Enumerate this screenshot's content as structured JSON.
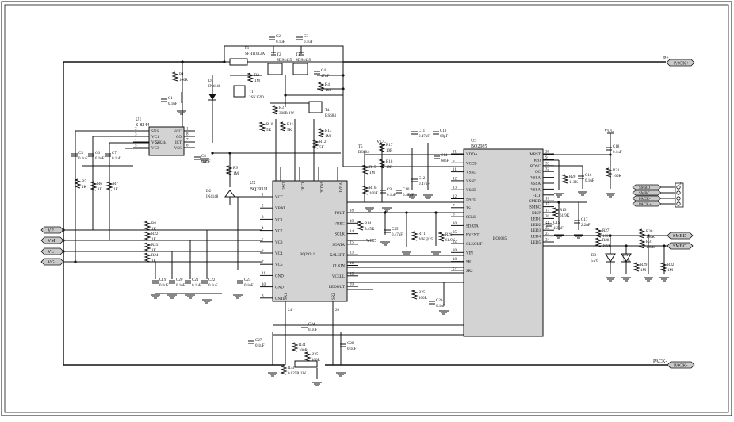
{
  "nets": {
    "p_plus": "P+",
    "pack_plus_flag": "PACK+",
    "pack_minus": "PACK-",
    "pack_minus_flag": "PACK-"
  },
  "ports": {
    "left": [
      "VP",
      "VM",
      "VL",
      "VG"
    ],
    "right": [
      "SMBD",
      "SMBC"
    ],
    "conn_labels": [
      "SMBD",
      "SMBC",
      "PACK-",
      "PACK+"
    ],
    "conn_ref": "J1"
  },
  "ic_u1": {
    "ref": "U1",
    "part": "S-8244",
    "body": "S-8244",
    "left_pins": [
      "SNS",
      "VC1",
      "VC2",
      "VC3"
    ],
    "left_nums": [
      "2",
      "3",
      "4",
      "5"
    ],
    "right_pins": [
      "VCC",
      "CO",
      "ICT",
      "VSS"
    ],
    "right_nums": [
      "1",
      "8",
      "7",
      "6"
    ]
  },
  "ic_u2": {
    "ref": "U2",
    "part": "BQ29311",
    "body": "BQ29311",
    "left_pins": [
      "VCC",
      "VBAT",
      "VC1",
      "VC2",
      "VC3",
      "VC4",
      "VC5",
      "GND",
      "GND",
      "CNTL"
    ],
    "left_nums": [
      "1",
      "2",
      "3",
      "4",
      "5",
      "6",
      "7",
      "11",
      "10",
      "8"
    ],
    "right_pins": [
      "TOUT",
      "VREG",
      "SCLK",
      "SDATA",
      "XALERT",
      "CLKIN",
      "VCELL",
      "LEDOUT"
    ],
    "right_nums": [
      "18",
      "19",
      "14",
      "15",
      "13",
      "16",
      "12",
      "20"
    ],
    "top_pins": [
      "DSG",
      "CHG",
      "PACK",
      "VBAT"
    ],
    "bottom_pins": [
      "SR1",
      "SR2"
    ],
    "bottom_nums": [
      "24",
      "26"
    ]
  },
  "ic_u3": {
    "ref": "U3",
    "part": "BQ2085",
    "body": "BQ2085",
    "left_pins": [
      "VDDA",
      "VCCB",
      "VSSD",
      "VSSD",
      "VSSD",
      "SAFE",
      "TS",
      "SCLK",
      "SDATA",
      "EVENT",
      "CLKOUT",
      "VIN",
      "SR1",
      "SR2"
    ],
    "left_nums": [
      "31",
      "5",
      "11",
      "12",
      "13",
      "12",
      "7",
      "6",
      "10",
      "35",
      "12",
      "20",
      "18",
      "27"
    ],
    "right_pins": [
      "MRST",
      "RBI",
      "ROSC",
      "OC",
      "VSSA",
      "VSSA",
      "VSSA",
      "FILT",
      "SMBD",
      "SMBC",
      "DISP",
      "LED1",
      "LED2",
      "LED3",
      "LED4",
      "LED5"
    ],
    "right_nums": [
      "26",
      "9",
      "33",
      "32",
      "",
      "",
      "",
      "",
      "16",
      "15",
      "17",
      "20",
      "21",
      "22",
      "23",
      "24"
    ]
  },
  "components": [
    {
      "ref": "F1",
      "value": "SFH11012A"
    },
    {
      "ref": "C2",
      "value": "0.1uF"
    },
    {
      "ref": "C3",
      "value": "0.1uF"
    },
    {
      "ref": "T2",
      "value": "SDS4435"
    },
    {
      "ref": "T3",
      "value": "SDS4435"
    },
    {
      "ref": "R1",
      "value": "100R"
    },
    {
      "ref": "C1",
      "value": "0.1uF"
    },
    {
      "ref": "D1",
      "value": "IN4148"
    },
    {
      "ref": "R2",
      "value": "1M"
    },
    {
      "ref": "C4",
      "value": "47nF"
    },
    {
      "ref": "R4",
      "value": "1M"
    },
    {
      "ref": "T1",
      "value": "2SK1590"
    },
    {
      "ref": "R3",
      "value": "300R 1W"
    },
    {
      "ref": "T4",
      "value": "BSS84"
    },
    {
      "ref": "R10",
      "value": "5K"
    },
    {
      "ref": "R11",
      "value": "5K"
    },
    {
      "ref": "R13",
      "value": "1M"
    },
    {
      "ref": "R12",
      "value": "5K"
    },
    {
      "ref": "C5",
      "value": "0.1uF"
    },
    {
      "ref": "C6",
      "value": "0.1uF"
    },
    {
      "ref": "C7",
      "value": "0.1uF"
    },
    {
      "ref": "C8",
      "value": "0.1uF"
    },
    {
      "ref": "R5",
      "value": "1K"
    },
    {
      "ref": "R6",
      "value": "1K"
    },
    {
      "ref": "R7",
      "value": "1K"
    },
    {
      "ref": "R9",
      "value": "1M"
    },
    {
      "ref": "D2",
      "value": "IN4148"
    },
    {
      "ref": "R8",
      "value": "1K"
    },
    {
      "ref": "R22",
      "value": "1K"
    },
    {
      "ref": "R23",
      "value": "1K"
    },
    {
      "ref": "R24",
      "value": "1K"
    },
    {
      "ref": "C19",
      "value": "0.1uF"
    },
    {
      "ref": "C20",
      "value": "0.1uF"
    },
    {
      "ref": "C21",
      "value": "0.1uF"
    },
    {
      "ref": "C22",
      "value": "0.1uF"
    },
    {
      "ref": "C23",
      "value": "0.1uF"
    },
    {
      "ref": "T5",
      "value": "BSS84"
    },
    {
      "ref": "R17",
      "value": "10R"
    },
    {
      "ref": "R18",
      "value": "10R"
    },
    {
      "ref": "R15",
      "value": "1M"
    },
    {
      "ref": "R16",
      "value": "100K"
    },
    {
      "ref": "C9",
      "value": "0.1uF"
    },
    {
      "ref": "C10",
      "value": "0.47uF"
    },
    {
      "ref": "C11",
      "value": "0.47uF"
    },
    {
      "ref": "C12",
      "value": "0.47uF"
    },
    {
      "ref": "C13",
      "value": "68pF"
    },
    {
      "ref": "C14",
      "value": "68pF"
    },
    {
      "ref": "R14",
      "value": "8.45K"
    },
    {
      "ref": "C25",
      "value": "0.47uF"
    },
    {
      "ref": "RT1",
      "value": "10K@25"
    },
    {
      "ref": "R26",
      "value": "61.9K"
    },
    {
      "ref": "R25",
      "value": "100R"
    },
    {
      "ref": "C26",
      "value": "0.1uF"
    },
    {
      "ref": "C27",
      "value": "0.1uF"
    },
    {
      "ref": "C24",
      "value": "0.1uF"
    },
    {
      "ref": "R34",
      "value": "100R"
    },
    {
      "ref": "R35",
      "value": "100R"
    },
    {
      "ref": "C28",
      "value": "0.1uF"
    },
    {
      "ref": "R33",
      "value": "0.025R 1W"
    },
    {
      "ref": "C18",
      "value": "0.1uF"
    },
    {
      "ref": "R21",
      "value": "100K"
    },
    {
      "ref": "C16",
      "value": "0.1uF"
    },
    {
      "ref": "R20",
      "value": "113K"
    },
    {
      "ref": "R19",
      "value": "61.9K"
    },
    {
      "ref": "C15",
      "value": "150pF"
    },
    {
      "ref": "C17",
      "value": "2.2nF"
    },
    {
      "ref": "R27",
      "value": "100R"
    },
    {
      "ref": "R28",
      "value": "100R"
    },
    {
      "ref": "R30",
      "value": "100R"
    },
    {
      "ref": "R31",
      "value": "100R"
    },
    {
      "ref": "D3",
      "value": "5V6"
    },
    {
      "ref": "D4",
      "value": "5V6"
    },
    {
      "ref": "R29",
      "value": "1M"
    },
    {
      "ref": "R32",
      "value": "1M"
    }
  ],
  "power": {
    "vcc": "VCC"
  }
}
